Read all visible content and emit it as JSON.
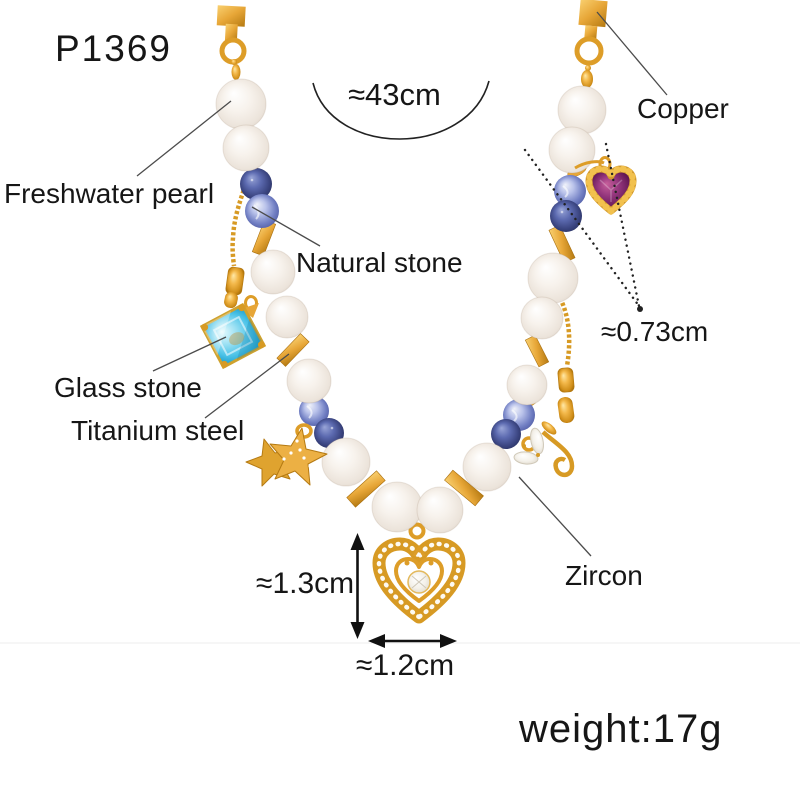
{
  "product": {
    "code": "P1369",
    "weight": "weight:17g"
  },
  "measurements": {
    "chain_length": "≈43cm",
    "heart_charm_size": "≈0.73cm",
    "pendant_height": "≈1.3cm",
    "pendant_width": "≈1.2cm"
  },
  "material_labels": {
    "copper": "Copper",
    "freshwater_pearl": "Freshwater pearl",
    "natural_stone": "Natural stone",
    "glass_stone": "Glass stone",
    "titanium_steel": "Titanium steel",
    "zircon": "Zircon"
  },
  "colors": {
    "gold": "#E7A637",
    "gold_dark": "#B57A12",
    "pearl_white": "#F4EEE8",
    "natural_stone_blue": "#46519B",
    "glass_stone_aqua": "#4CC3E8",
    "zircon_gem_purple": "#7D2C6E",
    "text": "#161616",
    "pointer_line": "#4C4C4C"
  }
}
